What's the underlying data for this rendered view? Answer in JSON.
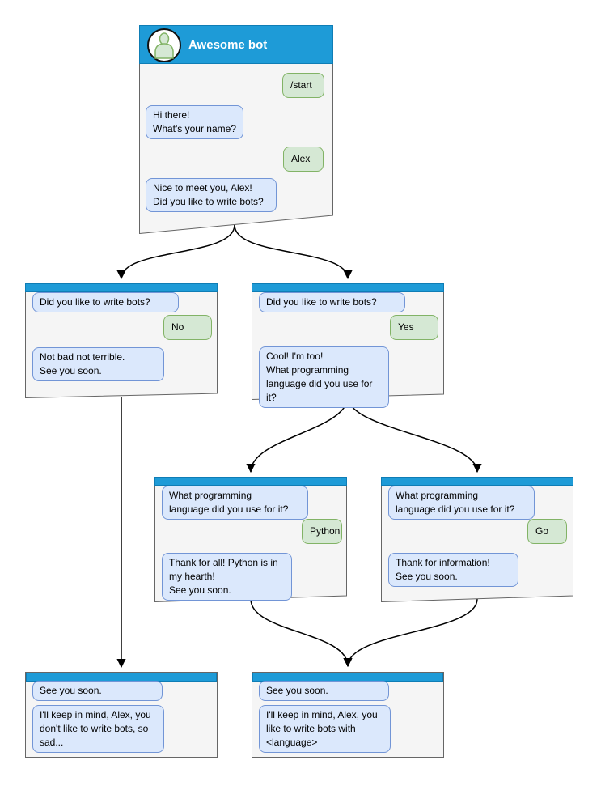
{
  "diagram": {
    "main": {
      "title": "Awesome bot",
      "user_start": "/start",
      "bot_greeting": "Hi there!\nWhat's your name?",
      "user_name": "Alex",
      "bot_meet": "Nice to meet you, Alex!\nDid you like to write bots?"
    },
    "branch_no": {
      "question": "Did you like to write bots?",
      "user_answer": "No",
      "bot_reply": "Not bad not terrible.\nSee you soon."
    },
    "branch_yes": {
      "question": "Did you like to write bots?",
      "user_answer": "Yes",
      "bot_reply": "Cool! I'm too!\nWhat programming\nlanguage did you use for it?"
    },
    "branch_python": {
      "question": "What programming\nlanguage did you use for it?",
      "user_answer": "Python",
      "bot_reply": "Thank for all! Python is in\nmy hearth!\nSee you soon."
    },
    "branch_go": {
      "question": "What programming\nlanguage did you use for it?",
      "user_answer": "Go",
      "bot_reply": "Thank for information!\nSee you soon."
    },
    "end_no": {
      "question": "See you soon.",
      "bot_reply": "I'll keep in mind, Alex, you\ndon't like to write bots, so\nsad..."
    },
    "end_yes": {
      "question": "See you soon.",
      "bot_reply": "I'll keep in mind, Alex, you\nlike to write bots with\n<language>"
    },
    "colors": {
      "header_blue": "#1e9bd7",
      "header_border": "#0f7db5",
      "node_fill": "#f5f5f5",
      "node_border": "#666666",
      "bot_bubble_fill": "#dbe8fc",
      "bot_bubble_border": "#7295d6",
      "user_bubble_fill": "#d5e8d4",
      "user_bubble_border": "#82b366",
      "arrow": "#000000"
    }
  }
}
